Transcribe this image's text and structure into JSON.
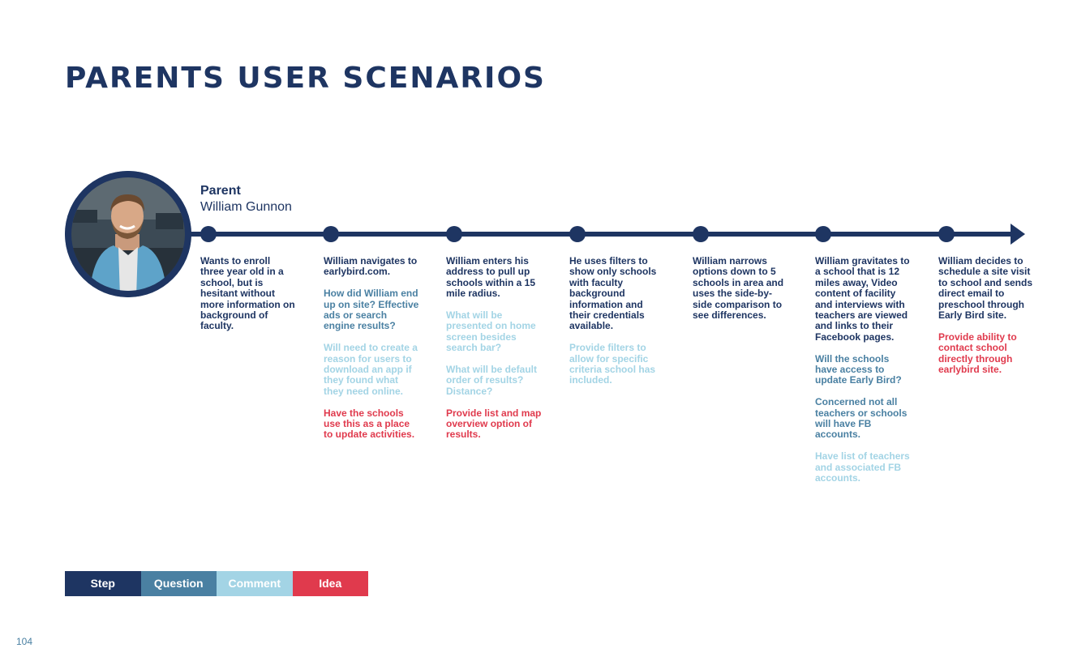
{
  "page": {
    "title": "PARENTS USER SCENARIOS",
    "page_number": "104"
  },
  "persona": {
    "role": "Parent",
    "name": "William Gunnon"
  },
  "colors": {
    "step": "#1e3562",
    "question": "#4a80a2",
    "comment": "#a3d4e5",
    "idea": "#e03a4d"
  },
  "steps": [
    {
      "blocks": [
        {
          "type": "step",
          "text": "Wants to enroll three year old in a school, but is hesitant without more information on background of faculty."
        }
      ]
    },
    {
      "blocks": [
        {
          "type": "step",
          "text": "William navigates to earlybird.com."
        },
        {
          "type": "question",
          "text": "How did William end up on site? Effective ads or search engine results?"
        },
        {
          "type": "comment",
          "text": "Will need to create a reason for users to download an app if they found what they need online."
        },
        {
          "type": "idea",
          "text": "Have the schools use this as a place to update activities."
        }
      ]
    },
    {
      "blocks": [
        {
          "type": "step",
          "text": "William enters his address to pull up schools within a 15 mile radius."
        },
        {
          "type": "comment",
          "text": "What will be presented on home screen besides search bar?"
        },
        {
          "type": "comment",
          "text": "What will be default order of results? Distance?"
        },
        {
          "type": "idea",
          "text": "Provide list and map overview option of results."
        }
      ]
    },
    {
      "blocks": [
        {
          "type": "step",
          "text": "He uses filters to show only schools with faculty background information and their credentials available."
        },
        {
          "type": "comment",
          "text": "Provide filters to allow for specific criteria school has included."
        }
      ]
    },
    {
      "blocks": [
        {
          "type": "step",
          "text": "William narrows options down to 5 schools in area and uses the side-by-side comparison to see differences."
        }
      ]
    },
    {
      "blocks": [
        {
          "type": "step",
          "text": "William gravitates to a school that is 12 miles away, Video content of facility and interviews with teachers are viewed and links to their Facebook pages."
        },
        {
          "type": "question",
          "text": "Will the schools have access to update Early Bird?"
        },
        {
          "type": "question",
          "text": "Concerned not all teachers or schools will have FB accounts."
        },
        {
          "type": "comment",
          "text": "Have list of teachers and associated FB accounts."
        }
      ]
    },
    {
      "blocks": [
        {
          "type": "step",
          "text": "William decides to schedule a site visit to school and sends direct email to preschool through Early Bird site."
        },
        {
          "type": "idea",
          "text": "Provide ability to contact school directly through earlybird site."
        }
      ]
    }
  ],
  "legend": [
    {
      "label": "Step",
      "color": "#1e3562"
    },
    {
      "label": "Question",
      "color": "#4a80a2"
    },
    {
      "label": "Comment",
      "color": "#a3d4e5"
    },
    {
      "label": "Idea",
      "color": "#e03a4d"
    }
  ]
}
